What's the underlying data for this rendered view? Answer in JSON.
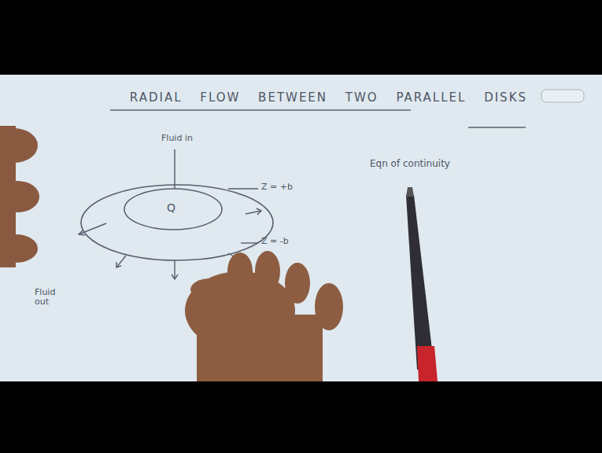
{
  "diagram": {
    "title": "RADIAL FLOW BETWEEN TWO PARALLEL DISKS",
    "labels": [
      "Fluid in",
      "Q",
      "Z = +b",
      "Z = -b",
      "Fluid out",
      "Eqn of continuity"
    ]
  }
}
